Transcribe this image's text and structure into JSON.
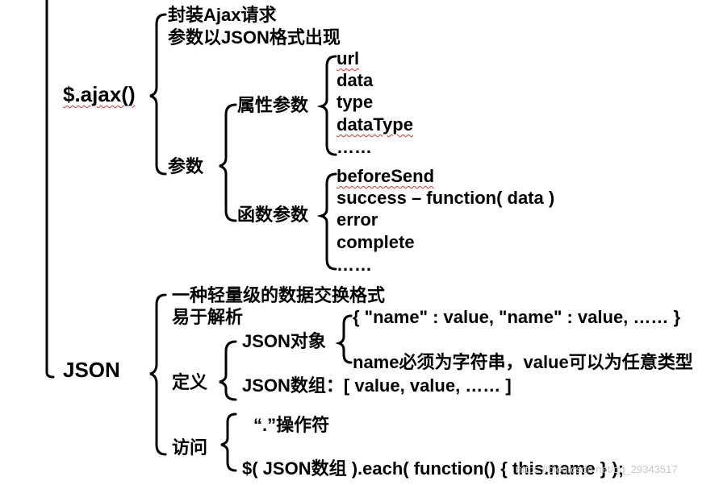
{
  "ajax": {
    "root": "$.ajax()",
    "desc1": "封装Ajax请求",
    "desc2": "参数以JSON格式出现",
    "params_label": "参数",
    "attr_params_label": "属性参数",
    "attr_params": [
      "url",
      "data",
      "type",
      "dataType",
      "……"
    ],
    "func_params_label": "函数参数",
    "func_params": [
      "beforeSend",
      "success – function( data )",
      "error",
      "complete",
      "……"
    ]
  },
  "json": {
    "root": "JSON",
    "desc1": "一种轻量级的数据交换格式",
    "desc2": "易于解析",
    "define_label": "定义",
    "object_label": "JSON对象",
    "object_syntax": "{ \"name\" : value, \"name\" : value, …… }",
    "object_note": "name必须为字符串，value可以为任意类型",
    "array_def": "JSON数组：[ value, value, …… ]",
    "access_label": "访问",
    "access_dot": "“.”操作符",
    "access_each": "$( JSON数组 ).each( function() { this.name } );"
  },
  "watermark": "https://blog.csdn.net/qq_29343517",
  "colors": {
    "text": "#000000",
    "squiggle": "#e03030",
    "watermark": "#c8c8c8"
  }
}
